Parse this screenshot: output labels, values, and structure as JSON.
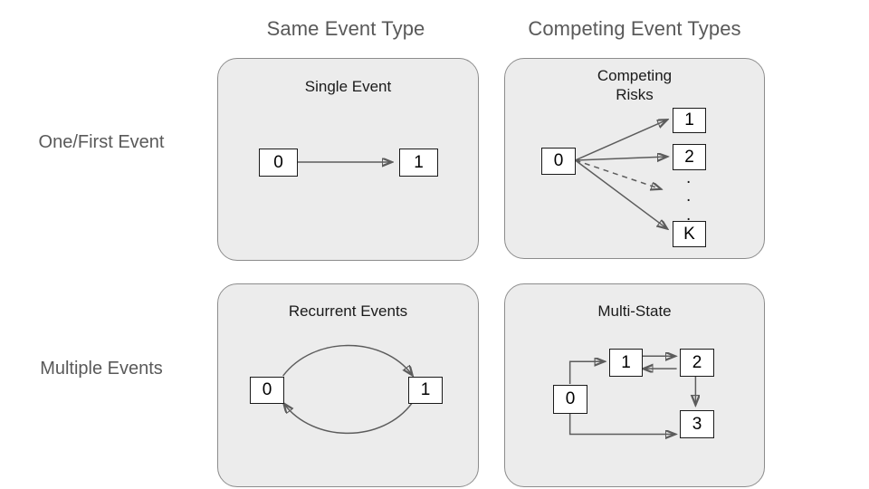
{
  "columns": [
    {
      "label": "Same Event Type"
    },
    {
      "label": "Competing Event Types"
    }
  ],
  "rows": [
    {
      "label": "One/First Event"
    },
    {
      "label": "Multiple Events"
    }
  ],
  "panels": {
    "single": {
      "title": "Single Event",
      "nodes": [
        {
          "label": "0"
        },
        {
          "label": "1"
        }
      ]
    },
    "competing": {
      "title": "Competing\nRisks",
      "nodes": [
        {
          "label": "0"
        },
        {
          "label": "1"
        },
        {
          "label": "2"
        },
        {
          "label": "K"
        }
      ],
      "ellipsis": [
        ".",
        ".",
        "."
      ]
    },
    "recurrent": {
      "title": "Recurrent Events",
      "nodes": [
        {
          "label": "0"
        },
        {
          "label": "1"
        }
      ]
    },
    "multistate": {
      "title": "Multi-State",
      "nodes": [
        {
          "label": "0"
        },
        {
          "label": "1"
        },
        {
          "label": "2"
        },
        {
          "label": "3"
        }
      ]
    }
  },
  "colors": {
    "panel_fill": "#ececec",
    "panel_border": "#8c8c8c",
    "node_fill": "#ffffff",
    "node_border": "#1a1a1a",
    "edge": "#5c5c5c",
    "header_text": "#595959",
    "title_text": "#1a1a1a"
  }
}
